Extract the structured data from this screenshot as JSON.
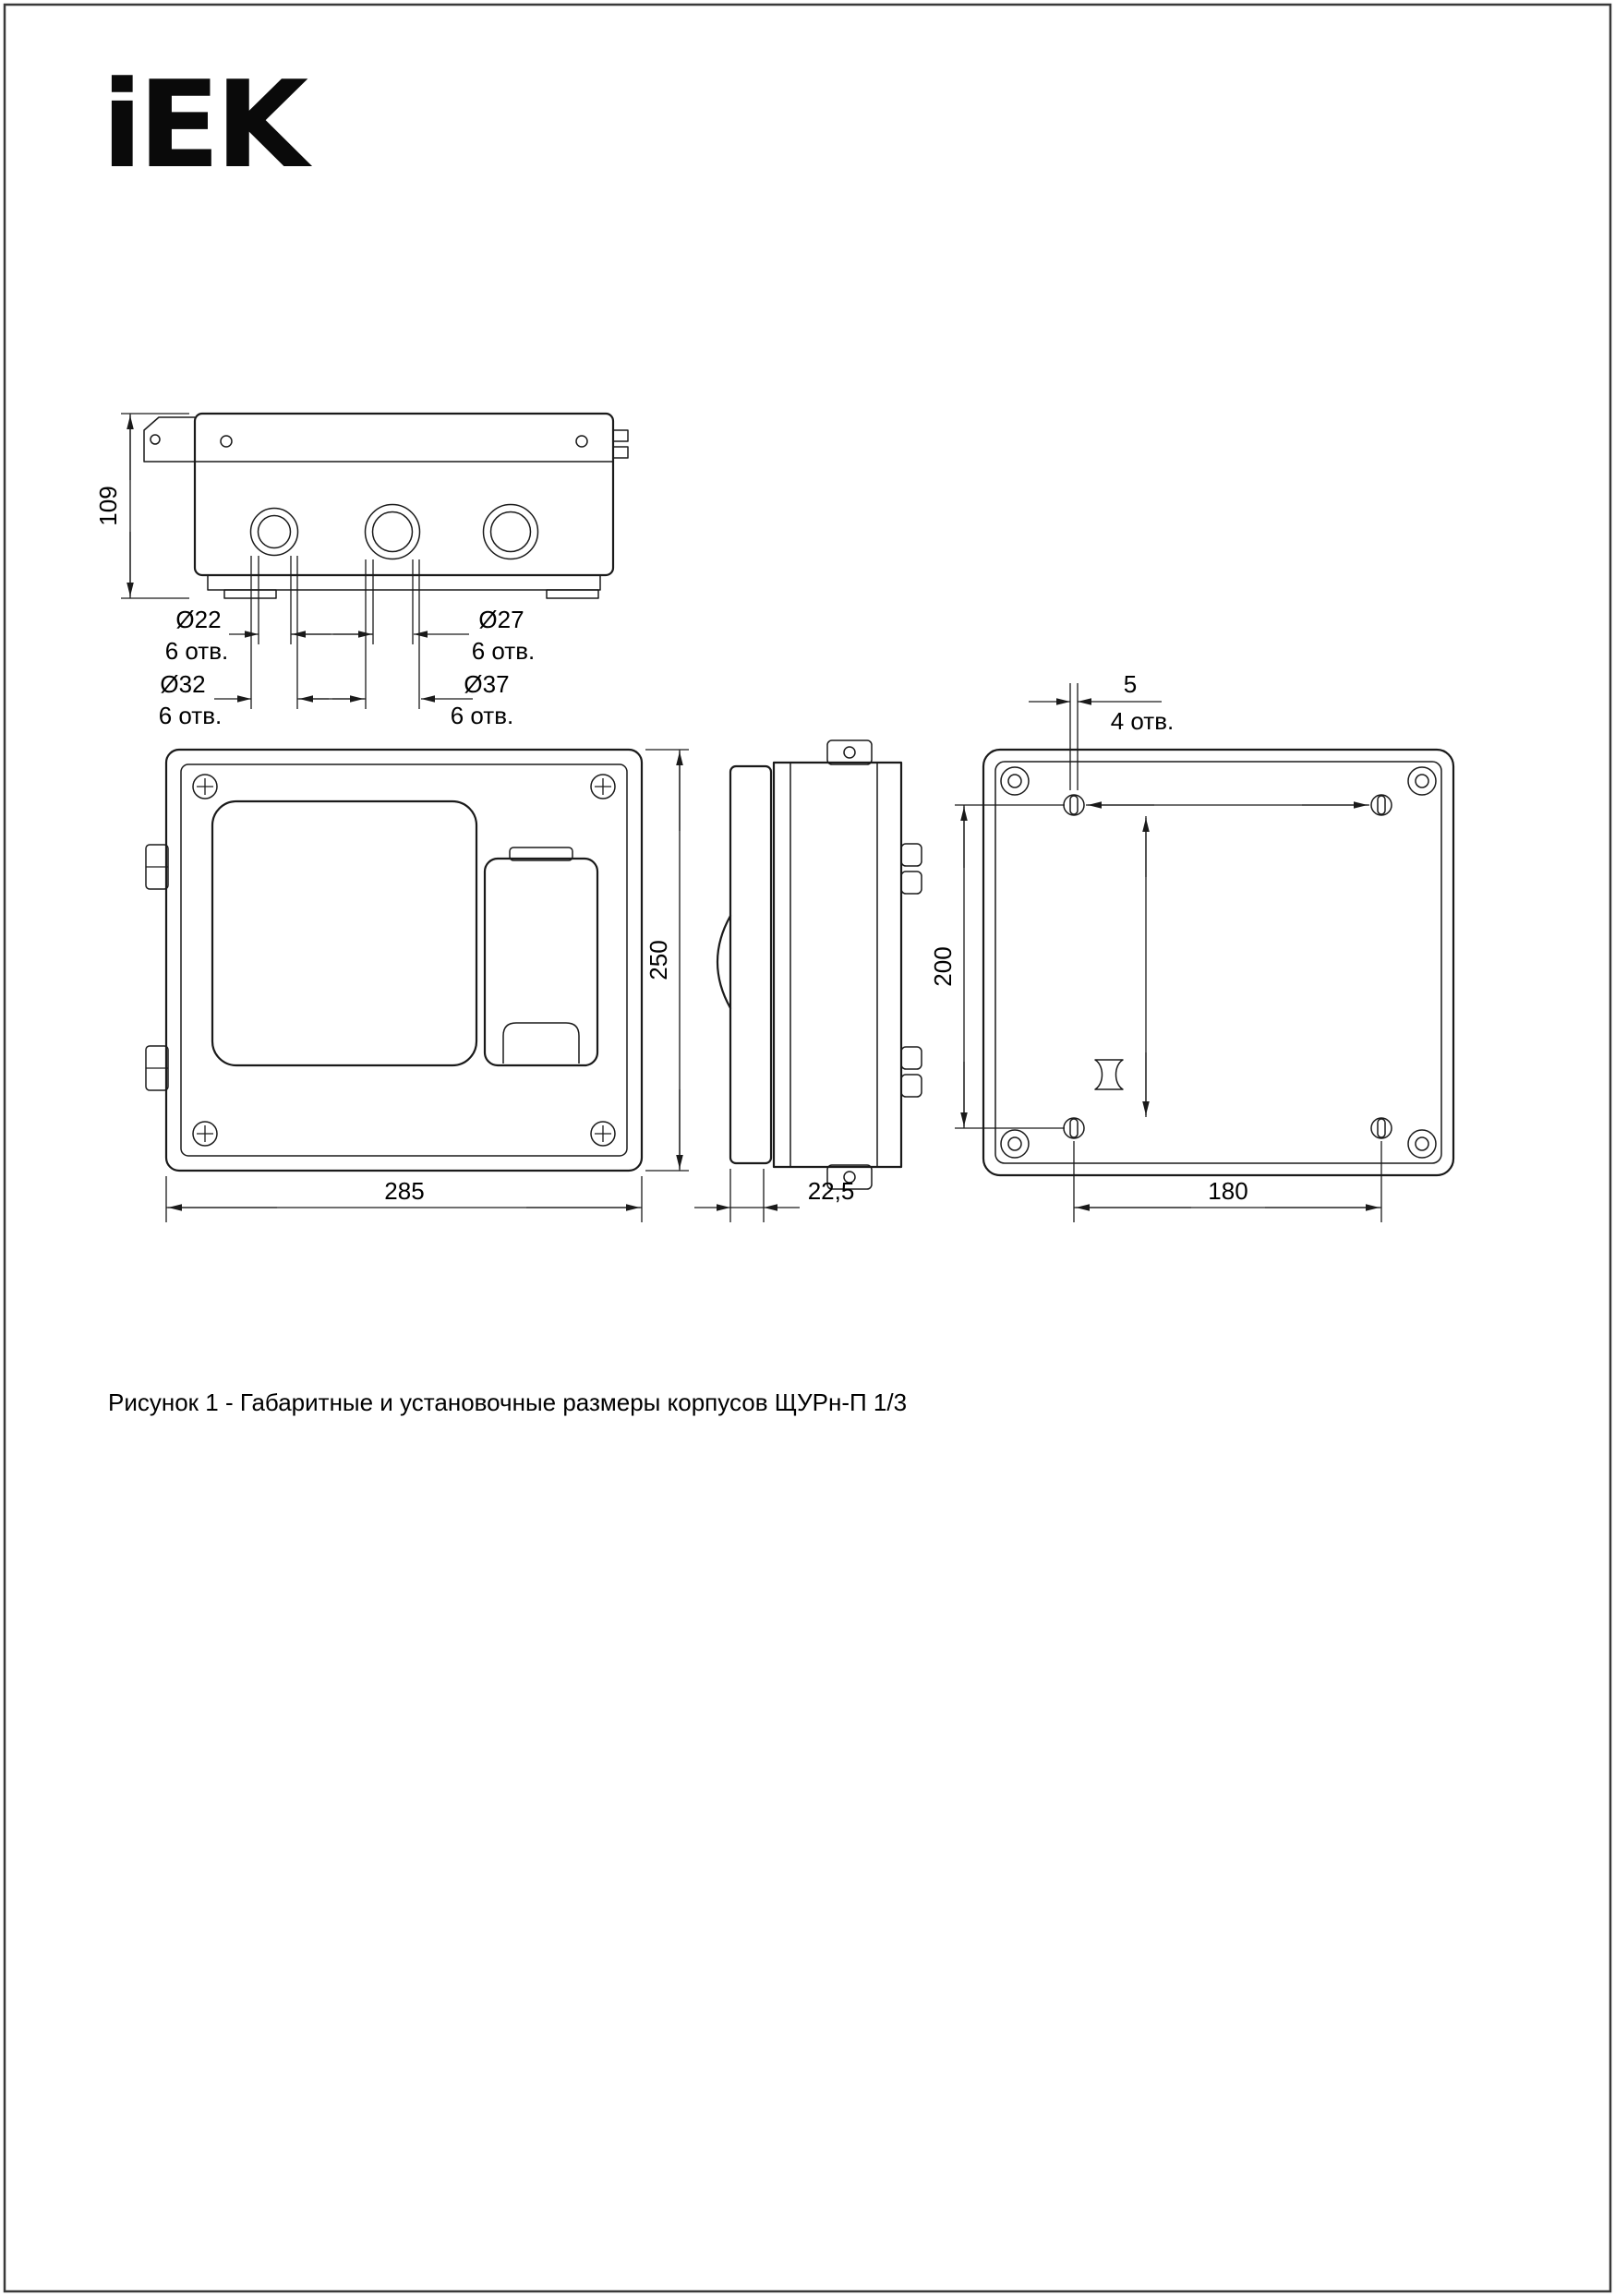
{
  "brand": {
    "logo": "iEK"
  },
  "caption": "Рисунок 1 - Габаритные и установочные размеры корпусов ЩУРн-П 1/3",
  "dims": {
    "height109": "109",
    "d22": "Ø22",
    "d22n": "6 отв.",
    "d27": "Ø27",
    "d27n": "6 отв.",
    "d32": "Ø32",
    "d32n": "6 отв.",
    "d37": "Ø37",
    "d37n": "6 отв.",
    "h250": "250",
    "w285": "285",
    "depth225": "22,5",
    "slot5": "5",
    "slot5n": "4 отв.",
    "h200": "200",
    "w180": "180"
  }
}
